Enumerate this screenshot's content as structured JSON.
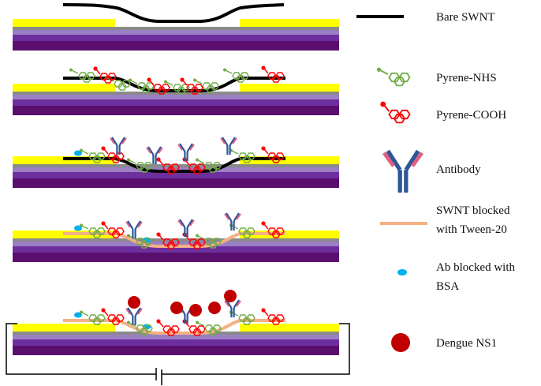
{
  "colors": {
    "gold": "#ffff00",
    "layer_gray": "#8a8a8a",
    "layer_lavender": "#9b7fc4",
    "layer_violet": "#6e2f9e",
    "layer_plum": "#5a0f6e",
    "bare_swnt": "#000000",
    "tween_swnt": "#f4b183",
    "pyrene_nhs": "#70ad47",
    "pyrene_cooh": "#ff0000",
    "antibody_blue": "#2f5597",
    "antibody_pink": "#e06080",
    "bsa": "#00b0f0",
    "ns1": "#c00000"
  },
  "legend": {
    "bare_swnt": "Bare SWNT",
    "pyrene_nhs": "Pyrene-NHS",
    "pyrene_cooh": "Pyrene-COOH",
    "antibody": "Antibody",
    "swnt_blocked_line1": "SWNT blocked",
    "swnt_blocked_line2": "with Tween-20",
    "ab_blocked_line1": "Ab blocked with",
    "ab_blocked_line2": "BSA",
    "dengue_ns1": "Dengue NS1"
  },
  "stages": [
    {
      "id": "bare",
      "swnt": "bare",
      "pyrene": false,
      "antibody": false,
      "bsa": false,
      "tween": false,
      "ns1": false
    },
    {
      "id": "pyrene",
      "swnt": "bare",
      "pyrene": true,
      "antibody": false,
      "bsa": false,
      "tween": false,
      "ns1": false
    },
    {
      "id": "antibody",
      "swnt": "bare",
      "pyrene": true,
      "antibody": true,
      "bsa": true,
      "tween": false,
      "ns1": false
    },
    {
      "id": "blocked",
      "swnt": "tween",
      "pyrene": true,
      "antibody": true,
      "bsa": true,
      "tween": true,
      "ns1": false
    },
    {
      "id": "detection",
      "swnt": "tween",
      "pyrene": true,
      "antibody": true,
      "bsa": true,
      "tween": true,
      "ns1": true,
      "circuit": true
    }
  ]
}
